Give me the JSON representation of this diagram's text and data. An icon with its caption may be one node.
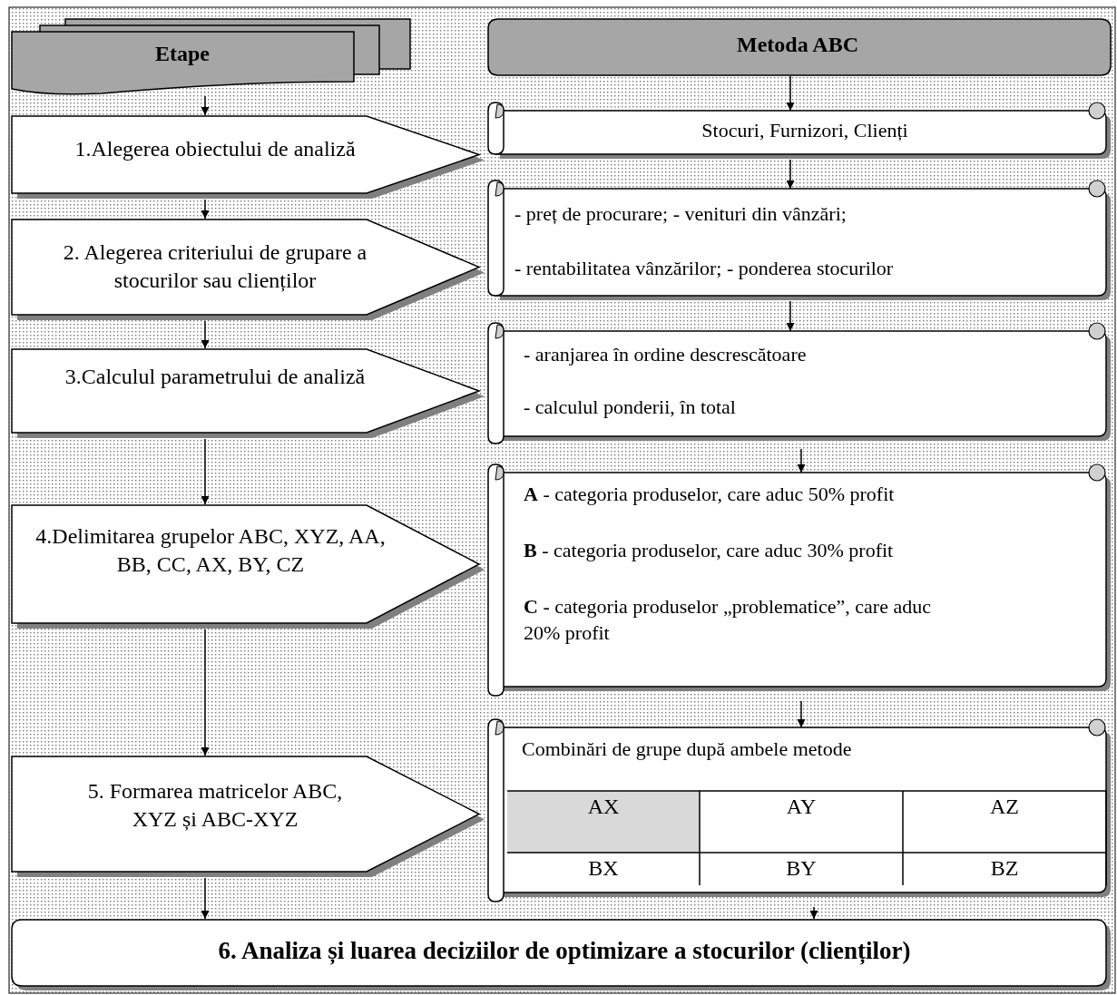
{
  "diagram": {
    "nodes": [
      {
        "text": [
          "Etape"
        ]
      },
      {
        "text": [
          "Metoda ABC"
        ]
      },
      {
        "text": [
          "1.Alegerea obiectului de analiză"
        ]
      },
      {
        "text": [
          "Stocuri, Furnizori, Clienți"
        ]
      },
      {
        "text": [
          "2. Alegerea criteriului de grupare a stocurilor sau clienților"
        ]
      },
      {
        "text": [
          "- preț de procurare; - venituri din vânzări;",
          "- rentabilitatea vânzărilor; - ponderea stocurilor"
        ]
      },
      {
        "text": [
          "3.Calculul parametrului de analiză"
        ]
      },
      {
        "text": [
          "- aranjarea în ordine descrescătoare",
          "- calculul ponderii, în total"
        ]
      },
      {
        "text": [
          "4.Delimitarea grupelor ABC, XYZ, AA, BB, CC, AX, BY, CZ"
        ]
      },
      {
        "text": [
          "**A** - categoria produselor, care aduc 50% profit",
          "**B** - categoria produselor, care aduc 30% profit",
          "**C** - categoria produselor „problematice”, care aduc 20% profit"
        ]
      },
      {
        "text": [
          "5. Formarea matricelor ABC, XYZ și ABC-XYZ"
        ]
      },
      {
        "text": [
          "Combinări de grupe după ambele metode"
        ]
      },
      {
        "text": [
          "6. Analiza și luarea deciziilor de optimizare a stocurilor (clienților)"
        ]
      }
    ],
    "edges": [
      {
        "from": 0,
        "to": 2,
        "arrow": "to"
      },
      {
        "from": 2,
        "to": 4,
        "arrow": "to"
      },
      {
        "from": 4,
        "to": 6,
        "arrow": "to"
      },
      {
        "from": 6,
        "to": 8,
        "arrow": "to"
      },
      {
        "from": 8,
        "to": 10,
        "arrow": "to"
      },
      {
        "from": 10,
        "to": 12,
        "arrow": "to"
      },
      {
        "from": 1,
        "to": 3,
        "arrow": "to"
      },
      {
        "from": 3,
        "to": 5,
        "arrow": "to"
      },
      {
        "from": 5,
        "to": 7,
        "arrow": "to"
      },
      {
        "from": 7,
        "to": 9,
        "arrow": "to"
      },
      {
        "from": 9,
        "to": 11,
        "arrow": "to"
      },
      {
        "from": 11,
        "to": 12,
        "arrow": "to"
      }
    ],
    "labels": [
      "AX",
      "AY",
      "AZ",
      "BX",
      "BY",
      "BZ"
    ]
  }
}
